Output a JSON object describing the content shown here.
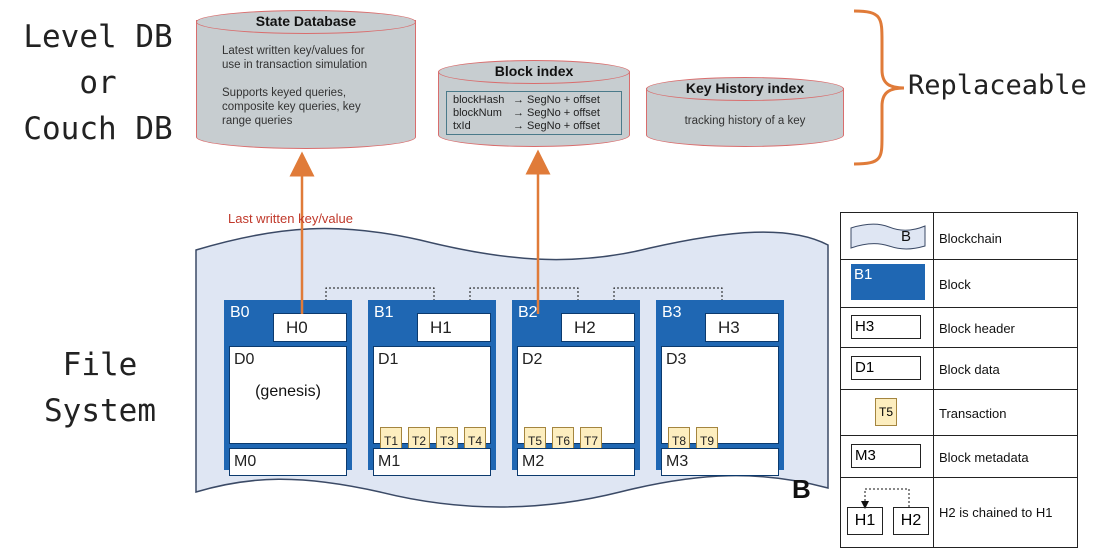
{
  "side_labels": {
    "db_line1": "Level DB",
    "db_line2": "or",
    "db_line3": "Couch DB",
    "fs_line1": "File",
    "fs_line2": "System"
  },
  "state_db": {
    "title": "State Database",
    "desc1_line1": "Latest written key/values for",
    "desc1_line2": "use in transaction simulation",
    "desc2_line1": "Supports keyed queries,",
    "desc2_line2": "composite key queries, key",
    "desc2_line3": "range queries"
  },
  "block_index": {
    "title": "Block index",
    "rows": [
      {
        "key": "blockHash",
        "value": "→ SegNo + offset"
      },
      {
        "key": "blockNum",
        "value": "→ SegNo + offset"
      },
      {
        "key": "txId",
        "value": "→ SegNo + offset"
      }
    ]
  },
  "key_history": {
    "title": "Key History index",
    "desc": "tracking history of a key"
  },
  "replaceable": "Replaceable",
  "arrow_label": "Last written key/value",
  "chain_mark": "B",
  "blocks": [
    {
      "id": "B0",
      "header": "H0",
      "data": "D0",
      "meta": "M0",
      "genesis": "(genesis)",
      "tx": []
    },
    {
      "id": "B1",
      "header": "H1",
      "data": "D1",
      "meta": "M1",
      "tx": [
        "T1",
        "T2",
        "T3",
        "T4"
      ]
    },
    {
      "id": "B2",
      "header": "H2",
      "data": "D2",
      "meta": "M2",
      "tx": [
        "T5",
        "T6",
        "T7"
      ]
    },
    {
      "id": "B3",
      "header": "H3",
      "data": "D3",
      "meta": "M3",
      "tx": [
        "T8",
        "T9"
      ]
    }
  ],
  "legend": {
    "blockchain": {
      "symbol": "B",
      "label": "Blockchain"
    },
    "block": {
      "symbol": "B1",
      "label": "Block"
    },
    "header": {
      "symbol": "H3",
      "label": "Block header"
    },
    "data": {
      "symbol": "D1",
      "label": "Block data"
    },
    "transaction": {
      "symbol": "T5",
      "label": "Transaction"
    },
    "metadata": {
      "symbol": "M3",
      "label": "Block metadata"
    },
    "chain": {
      "left": "H1",
      "right": "H2",
      "label": "H2 is chained to H1"
    }
  },
  "colors": {
    "block_blue": "#1f67b3",
    "arrow_orange": "#e07b39",
    "label_red": "#c0392b",
    "cylinder_fill": "#c7cdd0",
    "transaction_fill": "#fdeebf",
    "blockchain_fill": "#dfe6f3"
  }
}
